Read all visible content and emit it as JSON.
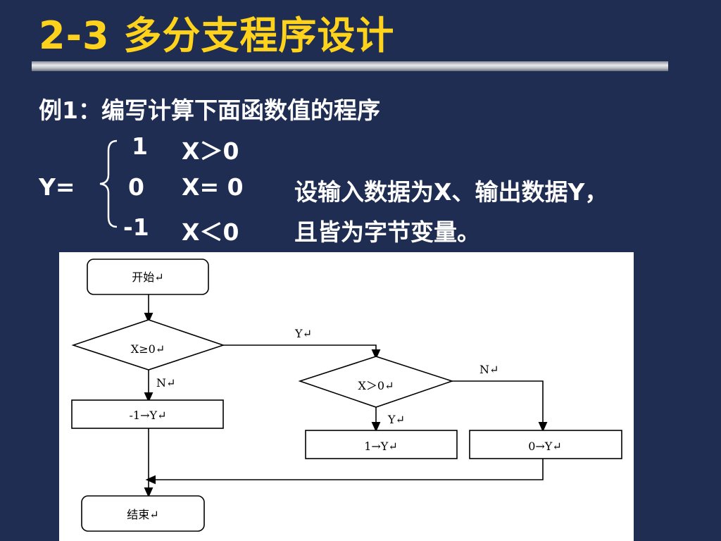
{
  "slide": {
    "title": "2-3 多分支程序设计",
    "example_line": "例1：编写计算下面函数值的程序",
    "y_label": "Y=",
    "cases": [
      {
        "value": "1",
        "condition": "X＞0"
      },
      {
        "value": "0",
        "condition": "X= 0"
      },
      {
        "value": "-1",
        "condition": "X＜0"
      }
    ],
    "note_line1": "设输入数据为X、输出数据Y，",
    "note_line2": "且皆为字节变量。"
  },
  "flowchart": {
    "start": "开始↵",
    "decision1": "X≥0↵",
    "label_y1": "Y↵",
    "label_n1": "N↵",
    "process_neg": "-1→Y↵",
    "decision2": "X＞0↵",
    "label_n2": "N↵",
    "label_y2": "Y↵",
    "process_pos": "1→Y↵",
    "process_zero": "0→Y↵",
    "end": "结束↵"
  }
}
